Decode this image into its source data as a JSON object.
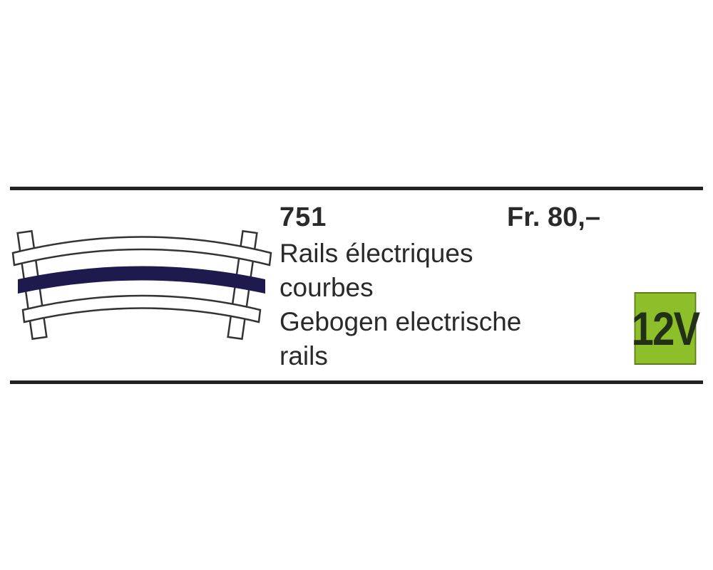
{
  "item": {
    "number": "751",
    "price": "Fr. 80,–",
    "description_fr_line1": "Rails électriques",
    "description_fr_line2": "courbes",
    "description_nl_line1": "Gebogen electrische",
    "description_nl_line2": "rails",
    "voltage_badge": "12V",
    "image": "curved-track-icon"
  },
  "colors": {
    "badge_bg": "#8cbf2a",
    "badge_text": "#223016",
    "conductor_rail": "#1f1a4e",
    "rules": "#222222"
  }
}
